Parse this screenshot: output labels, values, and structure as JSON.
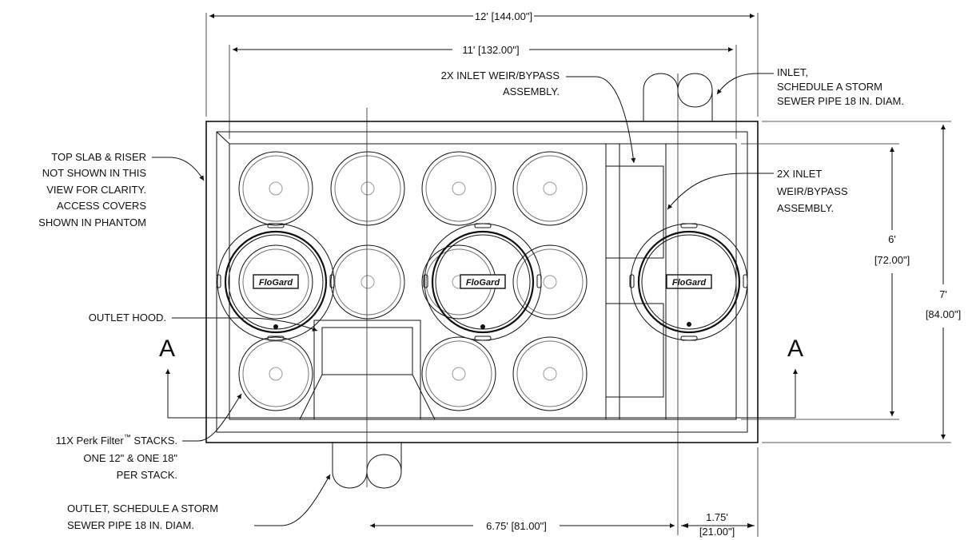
{
  "dimensions": {
    "overall_length": "12' [144.00\"]",
    "inner_length": "11' [132.00\"]",
    "inner_width_ft": "6'",
    "inner_width_in": "[72.00\"]",
    "overall_width_ft": "7'",
    "overall_width_in": "[84.00\"]",
    "outlet_offset": "6.75' [81.00\"]",
    "inlet_offset_ft": "1.75'",
    "inlet_offset_in": "[21.00\"]"
  },
  "callouts": {
    "inlet": [
      "INLET,",
      "SCHEDULE A STORM",
      "SEWER PIPE 18 IN. DIAM."
    ],
    "weir_top": [
      "2X INLET WEIR/BYPASS",
      "ASSEMBLY."
    ],
    "weir_right": [
      "2X INLET",
      "WEIR/BYPASS",
      "ASSEMBLY."
    ],
    "top_slab": [
      "TOP SLAB & RISER",
      "NOT SHOWN IN THIS",
      "VIEW FOR CLARITY.",
      "ACCESS COVERS",
      "SHOWN IN PHANTOM"
    ],
    "outlet_hood": "OUTLET HOOD.",
    "filters": [
      "11X Perk Filter",
      "™",
      " STACKS.",
      "ONE 12\" & ONE 18\"",
      "PER STACK."
    ],
    "outlet": [
      "OUTLET, SCHEDULE A STORM",
      "SEWER PIPE 18 IN. DIAM."
    ]
  },
  "section_marks": {
    "left": "A",
    "right": "A"
  },
  "access_cover_logo": "FloGard"
}
